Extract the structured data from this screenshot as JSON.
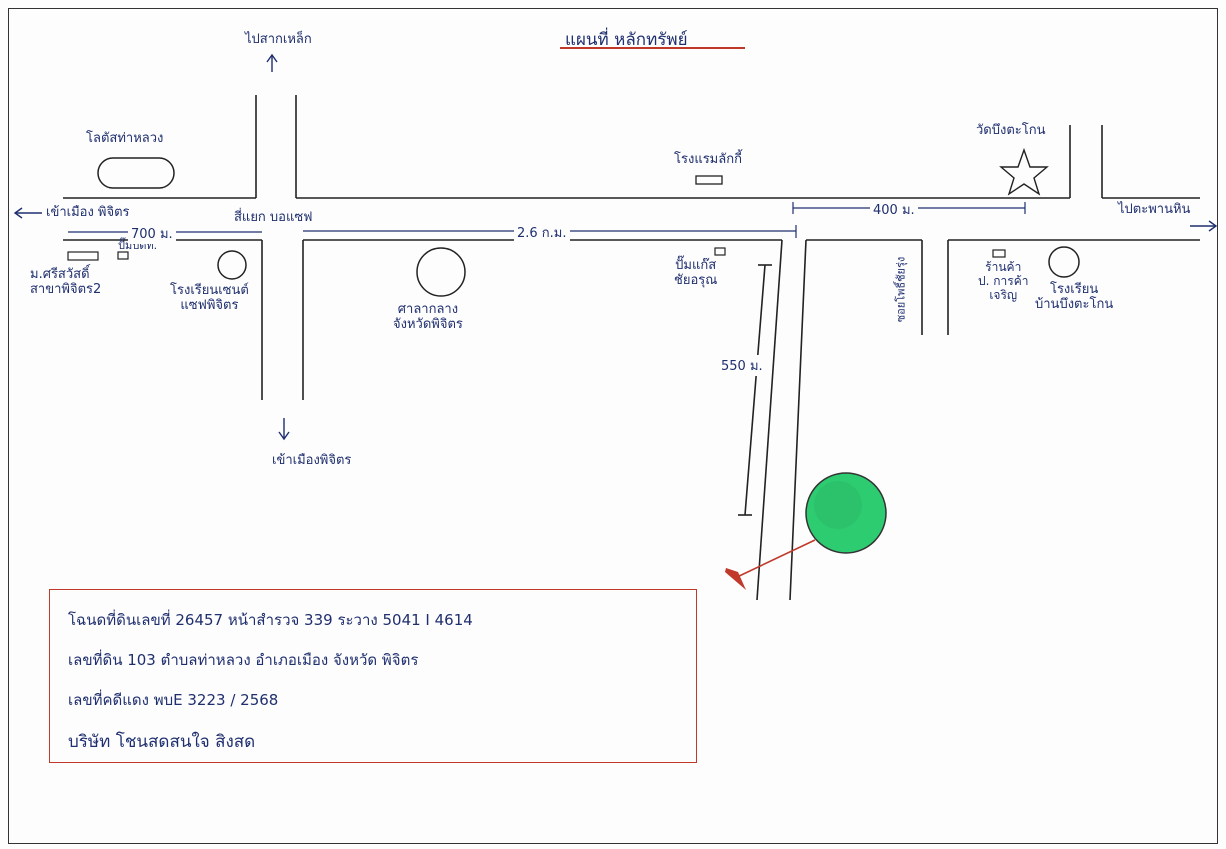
{
  "map": {
    "title": "แผนที่ หลักทรัพย์",
    "directions": {
      "north": "ไปสากเหล็ก",
      "south": "เข้าเมืองพิจิตร",
      "west": "เข้าเมือง พิจิตร",
      "east": "ไปตะพานหิน"
    },
    "junction": "สี่แยก บอแซฟ",
    "places": {
      "lotus": "โลตัสท่าหลวง",
      "ptt": "ปั๊มปตท.",
      "bank": "ม.ศรีสวัสดิ์\nสาขาพิจิตร2",
      "school_joseph": "โรงเรียนเซนต์\nแซฟพิจิตร",
      "city_hall": "ศาลากลาง\nจังหวัดพิจิตร",
      "hotel": "โรงแรมลักกี้",
      "gas_station": "ปั๊มแก๊ส\nชัยอรุณ",
      "wat": "วัดบึงตะโกน",
      "shop": "ร้านค้า\nป. การค้า\nเจริญ",
      "school_bueng": "โรงเรียน\nบ้านบึงตะโกน",
      "soi": "ซอยโพธิ์ชัยรุ่ง"
    },
    "distances": {
      "d700": "700 ม.",
      "d26": "2.6 ก.ม.",
      "d400": "400 ม.",
      "d550": "550 ม."
    }
  },
  "info": {
    "line1": "โฉนดที่ดินเลขที่ 26457  หน้าสำรวจ 339  ระวาง 5041 I 4614",
    "line2": "เลขที่ดิน 103  ตำบลท่าหลวง  อำเภอเมือง  จังหวัด พิจิตร",
    "line3": "เลขที่คดีแดง  พบE 3223 / 2568",
    "line4": "บริษัท โชนสดสนใจ สิงสด"
  },
  "colors": {
    "ink": "#1f2f6f",
    "red": "#c0392b",
    "green": "#2ecc71"
  }
}
